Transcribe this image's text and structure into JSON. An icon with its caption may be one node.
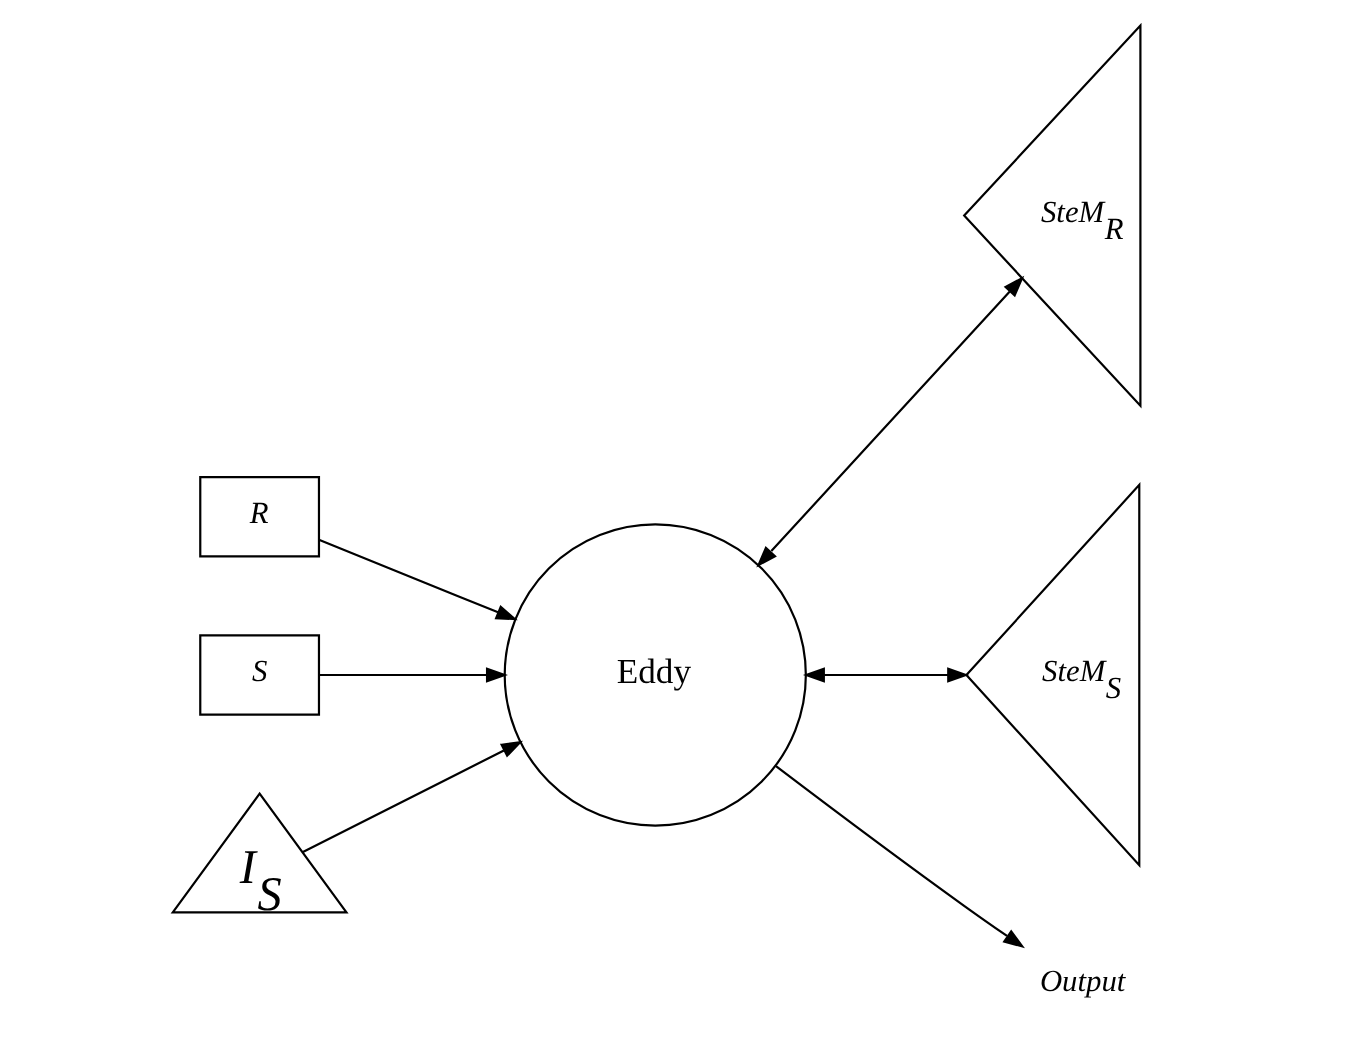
{
  "diagram": {
    "nodes": [
      {
        "text": [
          "R"
        ]
      },
      {
        "text": [
          "S"
        ]
      },
      {
        "text": [
          "I$_{S}$"
        ]
      },
      {
        "text": [
          "Eddy"
        ]
      },
      {
        "text": [
          "SteM$_{R}$"
        ]
      },
      {
        "text": [
          "SteM$_{S}$"
        ]
      },
      {
        "text": [
          "Output"
        ]
      }
    ],
    "edges": [
      {
        "from": 0,
        "to": 3,
        "arrow": "to"
      },
      {
        "from": 1,
        "to": 3,
        "arrow": "to"
      },
      {
        "from": 2,
        "to": 3,
        "arrow": "to"
      },
      {
        "from": 3,
        "to": 4,
        "arrow": "both"
      },
      {
        "from": 3,
        "to": 5,
        "arrow": "both"
      },
      {
        "from": 3,
        "to": 6,
        "arrow": "to"
      }
    ]
  }
}
